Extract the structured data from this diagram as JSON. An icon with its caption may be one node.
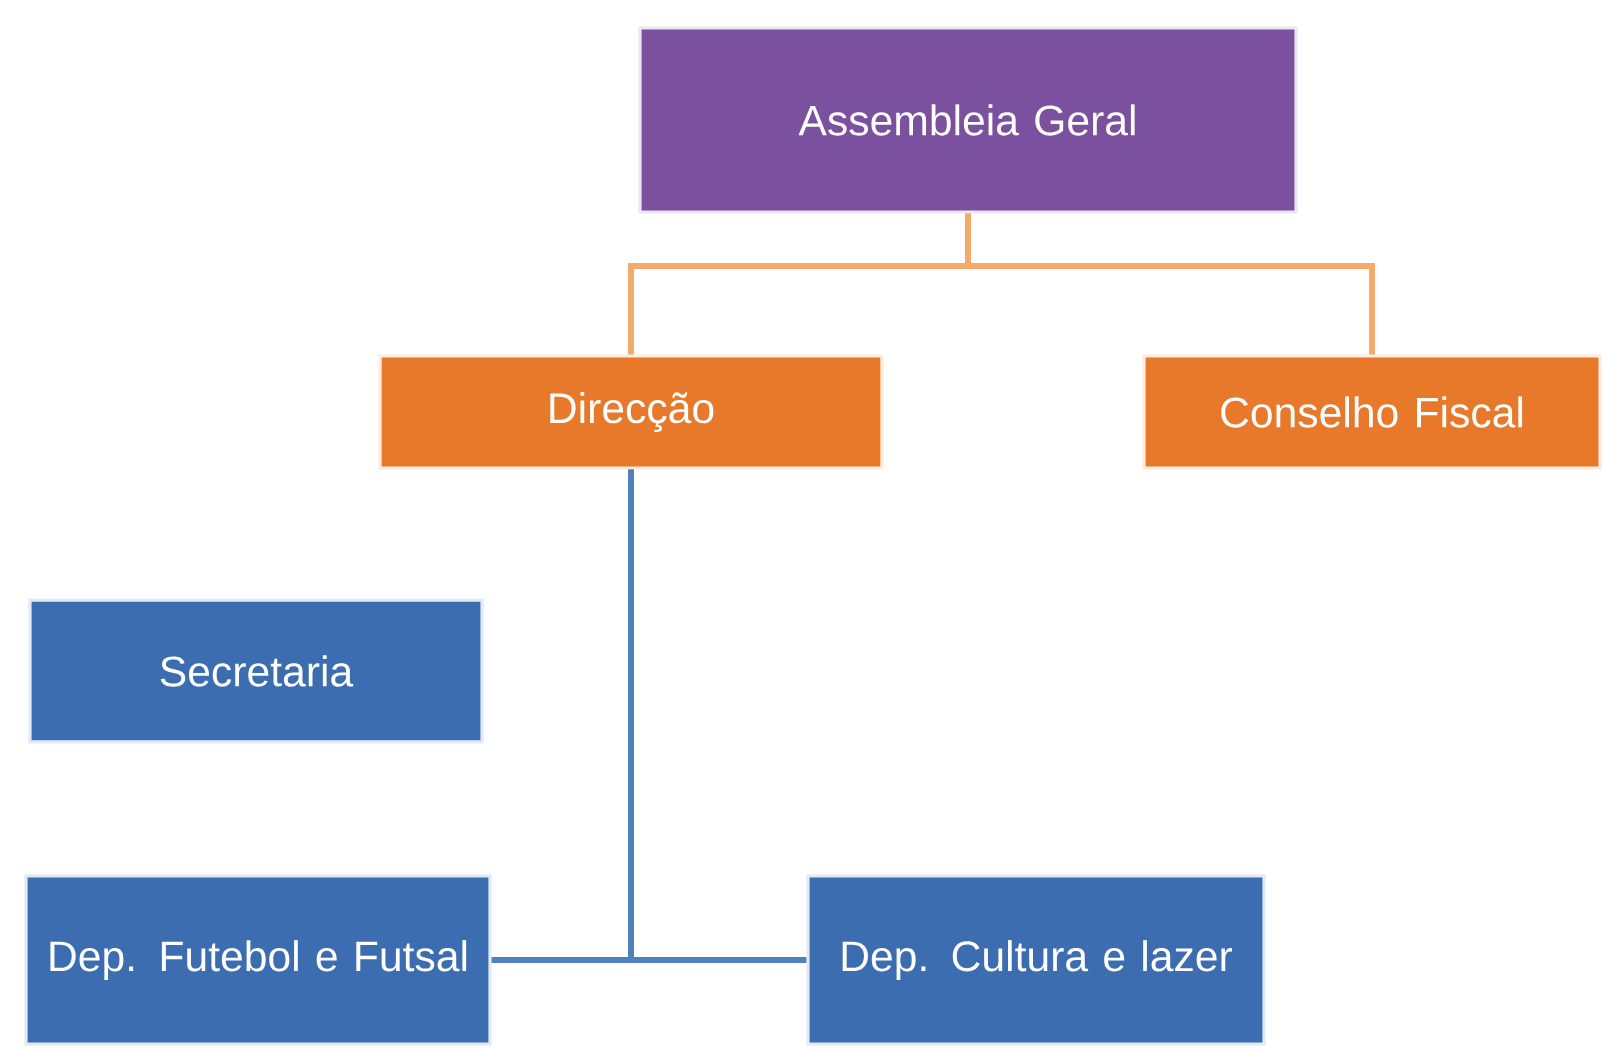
{
  "diagram": {
    "nodes": [
      {
        "text": [
          "Assembleia Geral"
        ]
      },
      {
        "text": [
          "Direcção"
        ]
      },
      {
        "text": [
          "Conselho Fiscal"
        ]
      },
      {
        "text": [
          "Secretaria"
        ]
      },
      {
        "text": [
          "Dep. Futebol e Futsal"
        ]
      },
      {
        "text": [
          "Dep. Cultura e lazer"
        ]
      }
    ],
    "edges": [
      {
        "from": 0,
        "to": 1,
        "arrow": "none",
        "color": "#f5a968"
      },
      {
        "from": 0,
        "to": 2,
        "arrow": "none",
        "color": "#f5a968"
      },
      {
        "from": 1,
        "to": 4,
        "arrow": "none",
        "color": "#4f81bd"
      },
      {
        "from": 1,
        "to": 5,
        "arrow": "none",
        "color": "#4f81bd"
      }
    ]
  }
}
